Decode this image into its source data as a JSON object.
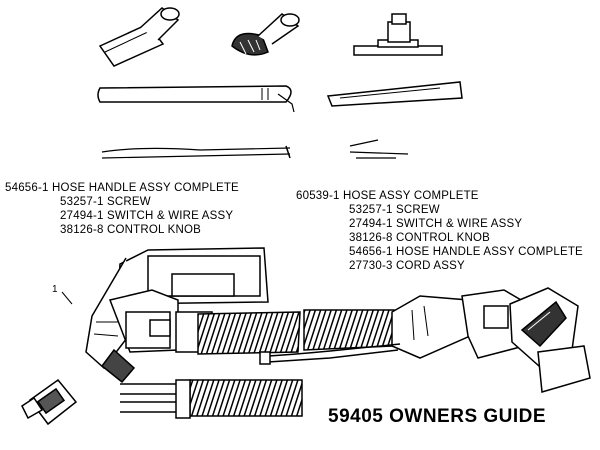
{
  "parts_left": {
    "heading": "54656-1 HOSE HANDLE ASSY COMPLETE",
    "items": [
      "53257-1 SCREW",
      "27494-1 SWITCH & WIRE ASSY",
      "38126-8 CONTROL KNOB"
    ]
  },
  "parts_right": {
    "heading": "60539-1 HOSE ASSY COMPLETE",
    "items": [
      "53257-1 SCREW",
      "27494-1 SWITCH & WIRE ASSY",
      "38126-8 CONTROL KNOB",
      "54656-1 HOSE HANDLE ASSY COMPLETE",
      "27730-3 CORD ASSY"
    ]
  },
  "callout_mark": "1",
  "guide_title": "59405 OWNERS GUIDE"
}
